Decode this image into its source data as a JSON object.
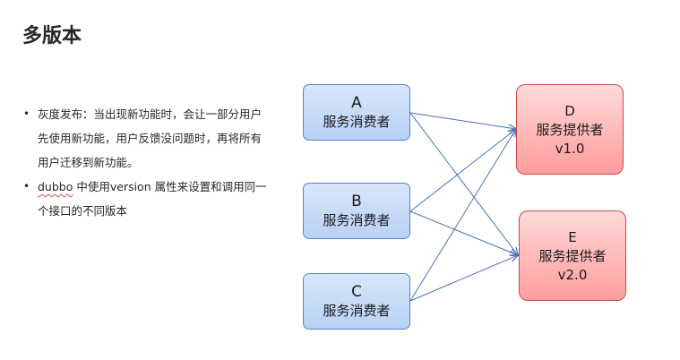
{
  "page": {
    "title": "多版本"
  },
  "bullets": [
    {
      "text": "灰度发布：当出现新功能时，会让一部分用户先使用新功能，用户反馈没问题时，再将所有用户迁移到新功能。"
    },
    {
      "prefix": "dubbo",
      "text": " 中使用version 属性来设置和调用同一个接口的不同版本"
    }
  ],
  "diagram": {
    "consumers": [
      {
        "id": "A",
        "label": "A",
        "role": "服务消费者"
      },
      {
        "id": "B",
        "label": "B",
        "role": "服务消费者"
      },
      {
        "id": "C",
        "label": "C",
        "role": "服务消费者"
      }
    ],
    "providers": [
      {
        "id": "D",
        "label": "D",
        "role": "服务提供者",
        "version": "v1.0"
      },
      {
        "id": "E",
        "label": "E",
        "role": "服务提供者",
        "version": "v2.0"
      }
    ],
    "edges": [
      {
        "from": "A",
        "to": "D"
      },
      {
        "from": "A",
        "to": "E"
      },
      {
        "from": "B",
        "to": "D"
      },
      {
        "from": "B",
        "to": "E"
      },
      {
        "from": "C",
        "to": "D"
      },
      {
        "from": "C",
        "to": "E"
      }
    ],
    "colors": {
      "consumer_fill": "#c9dcf8",
      "consumer_border": "#5a82c4",
      "provider_fill": "#ffb3b3",
      "provider_border": "#c94a4a",
      "arrow": "#4a72b8"
    }
  }
}
